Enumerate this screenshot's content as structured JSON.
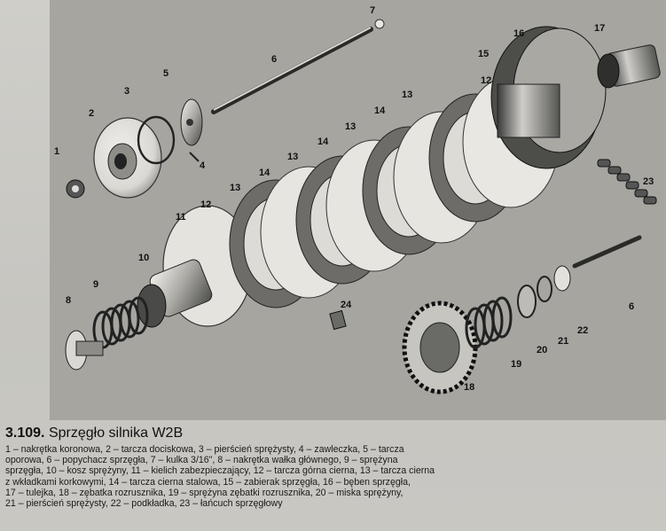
{
  "figure": {
    "callouts": [
      {
        "id": "c1",
        "text": "1"
      },
      {
        "id": "c2",
        "text": "2"
      },
      {
        "id": "c3",
        "text": "3"
      },
      {
        "id": "c4",
        "text": "4"
      },
      {
        "id": "c5",
        "text": "5"
      },
      {
        "id": "c6a",
        "text": "6"
      },
      {
        "id": "c6b",
        "text": "6"
      },
      {
        "id": "c7",
        "text": "7"
      },
      {
        "id": "c8",
        "text": "8"
      },
      {
        "id": "c9",
        "text": "9"
      },
      {
        "id": "c10",
        "text": "10"
      },
      {
        "id": "c11",
        "text": "11"
      },
      {
        "id": "c12a",
        "text": "12"
      },
      {
        "id": "c12b",
        "text": "12"
      },
      {
        "id": "c13a",
        "text": "13"
      },
      {
        "id": "c13b",
        "text": "13"
      },
      {
        "id": "c13c",
        "text": "13"
      },
      {
        "id": "c13d",
        "text": "13"
      },
      {
        "id": "c14a",
        "text": "14"
      },
      {
        "id": "c14b",
        "text": "14"
      },
      {
        "id": "c14c",
        "text": "14"
      },
      {
        "id": "c15",
        "text": "15"
      },
      {
        "id": "c16",
        "text": "16"
      },
      {
        "id": "c17",
        "text": "17"
      },
      {
        "id": "c18",
        "text": "18"
      },
      {
        "id": "c19",
        "text": "19"
      },
      {
        "id": "c20",
        "text": "20"
      },
      {
        "id": "c21",
        "text": "21"
      },
      {
        "id": "c22",
        "text": "22"
      },
      {
        "id": "c23",
        "text": "23"
      },
      {
        "id": "c24",
        "text": "24"
      }
    ]
  },
  "caption": {
    "number": "3.109.",
    "title": "Sprzęgło silnika W2B",
    "lines": [
      "1 – nakrętka koronowa, 2 – tarcza dociskowa, 3 – pierścień sprężysty, 4 – zawleczka, 5 – tarcza",
      "oporowa, 6 – popychacz sprzęgła, 7 – kulka 3/16\", 8 – nakrętka wałka głównego, 9 – sprężyna",
      "sprzęgła, 10 – kosz sprężyny, 11 – kielich zabezpieczający, 12 – tarcza górna cierna, 13 – tarcza cierna",
      "z wkładkami korkowymi, 14 – tarcza cierna stalowa, 15 – zabierak sprzęgła, 16 – bęben sprzęgła,",
      "17 – tulejka, 18 – zębatka rozrusznika, 19 – sprężyna zębatki rozrusznika, 20 – miska sprężyny,",
      "21 – pierścień sprężysty, 22 – podkładka, 23 – łańcuch sprzęgłowy"
    ]
  }
}
